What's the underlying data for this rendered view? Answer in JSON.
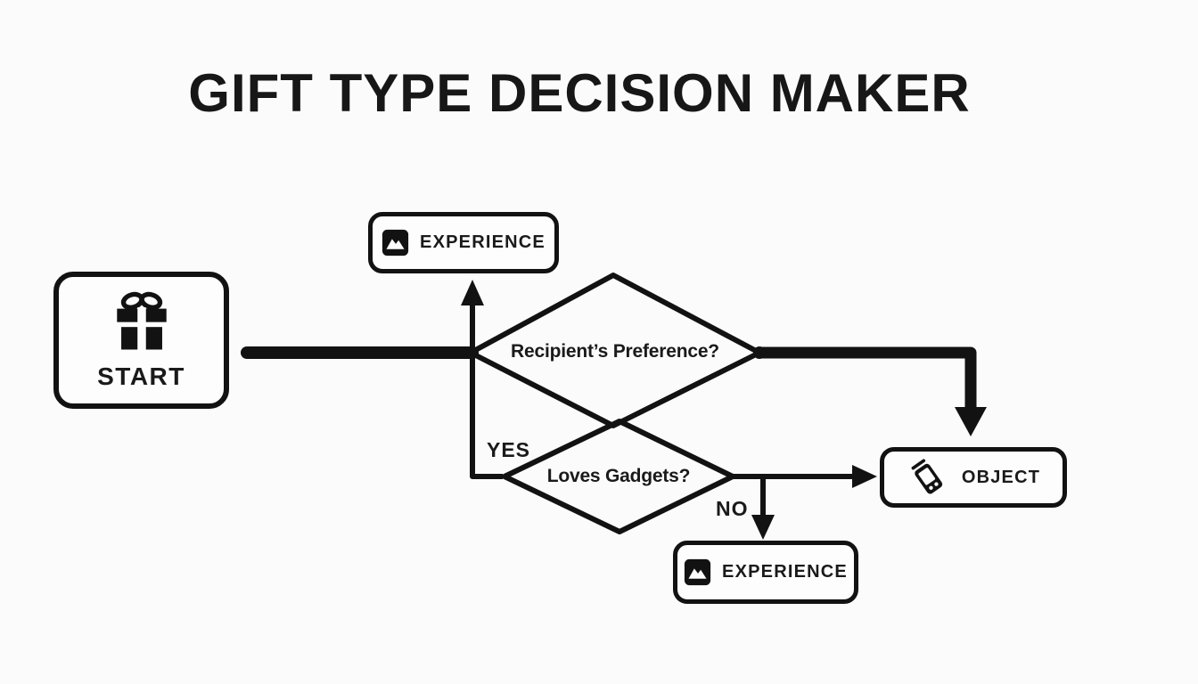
{
  "title": "GIFT TYPE DECISION MAKER",
  "diagram": {
    "nodes": {
      "start": {
        "label": "START",
        "icon": "gift-icon"
      },
      "experience_top": {
        "label": "EXPERIENCE",
        "icon": "picture-icon"
      },
      "preference_decision": {
        "label": "Recipient’s Preference?"
      },
      "gadgets_decision": {
        "label": "Loves Gadgets?"
      },
      "object": {
        "label": "OBJECT",
        "icon": "phone-icon"
      },
      "experience_bottom": {
        "label": "EXPERIENCE",
        "icon": "picture-icon"
      }
    },
    "edge_labels": {
      "yes": "YES",
      "no": "NO"
    },
    "colors": {
      "ink": "#111111",
      "background": "#fbfbfb"
    }
  }
}
